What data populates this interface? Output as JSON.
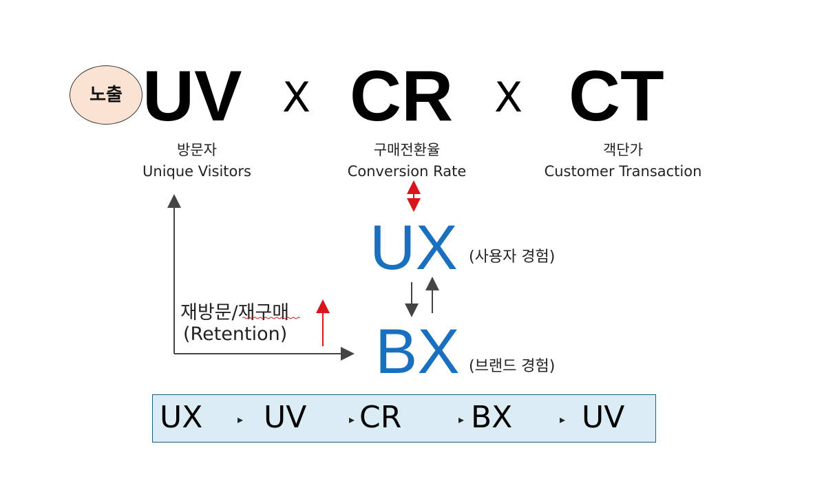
{
  "formula": {
    "exposure_badge": "노출",
    "terms": [
      {
        "abbr": "UV",
        "korean": "방문자",
        "english": "Unique Visitors"
      },
      {
        "abbr": "CR",
        "korean": "구매전환율",
        "english": "Conversion Rate"
      },
      {
        "abbr": "CT",
        "korean": "객단가",
        "english": "Customer Transaction"
      }
    ],
    "operator": "X"
  },
  "experience": {
    "ux": {
      "label": "UX",
      "note": "(사용자 경험)"
    },
    "bx": {
      "label": "BX",
      "note": "(브랜드 경험)"
    },
    "accent_color": "#1a6fbf"
  },
  "retention": {
    "korean": "재방문/재구매",
    "english": "(Retention)"
  },
  "flow": {
    "steps": [
      "UX",
      "UV",
      "CR",
      "BX",
      "UV"
    ],
    "separator": "▸"
  },
  "colors": {
    "badge_fill": "#fbe3d3",
    "flow_box_fill": "#dbecf4",
    "red_arrow": "#d9151b",
    "gray_arrow": "#444444"
  }
}
